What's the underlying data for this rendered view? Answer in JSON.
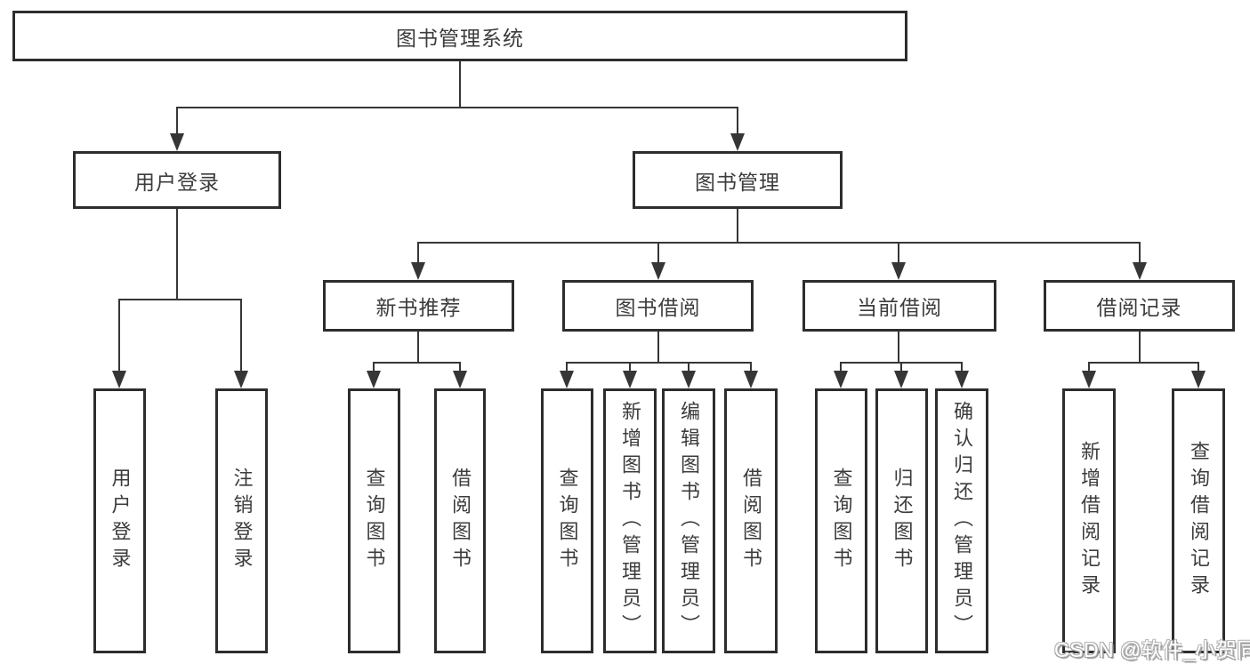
{
  "tree": {
    "label": "图书管理系统",
    "children": [
      {
        "label": "用户登录",
        "children": [
          {
            "label": "用户登录"
          },
          {
            "label": "注销登录"
          }
        ]
      },
      {
        "label": "图书管理",
        "children": [
          {
            "label": "新书推荐",
            "children": [
              {
                "label": "查询图书"
              },
              {
                "label": "借阅图书"
              }
            ]
          },
          {
            "label": "图书借阅",
            "children": [
              {
                "label": "查询图书"
              },
              {
                "label": "新增图书（管理员）"
              },
              {
                "label": "编辑图书（管理员）"
              },
              {
                "label": "借阅图书"
              }
            ]
          },
          {
            "label": "当前借阅",
            "children": [
              {
                "label": "查询图书"
              },
              {
                "label": "归还图书"
              },
              {
                "label": "确认归还（管理员）"
              }
            ]
          },
          {
            "label": "借阅记录",
            "children": [
              {
                "label": "新增借阅记录"
              },
              {
                "label": "查询借阅记录"
              }
            ]
          }
        ]
      }
    ]
  },
  "watermark": {
    "text": "CSDN @软件_小贺同学"
  },
  "colors": {
    "background": "#ffffff",
    "line": "#363636",
    "box_border": "#2d2d2d",
    "text": "#3c3c3c",
    "watermark_fill": "#ffffff",
    "watermark_shadow": "#909090"
  }
}
